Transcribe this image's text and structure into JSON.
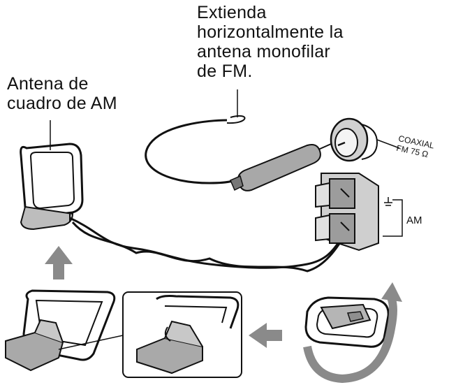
{
  "fm_instruction": {
    "line1": "Extienda",
    "line2": "horizontalmente la",
    "line3": "antena monofilar",
    "line4": "de FM."
  },
  "am_antenna_label": {
    "line1": "Antena de",
    "line2": "cuadro de AM"
  },
  "coaxial_label": {
    "line1": "COAXIAL",
    "line2": "FM 75 Ω"
  },
  "am_terminal_label": "AM",
  "colors": {
    "ink": "#111111",
    "gray": "#8a8a8a",
    "light_gray": "#d6d6d6"
  },
  "icons": [
    "arrow-up-icon",
    "arrow-left-icon",
    "rotate-arrow-icon",
    "ground-symbol-icon"
  ]
}
